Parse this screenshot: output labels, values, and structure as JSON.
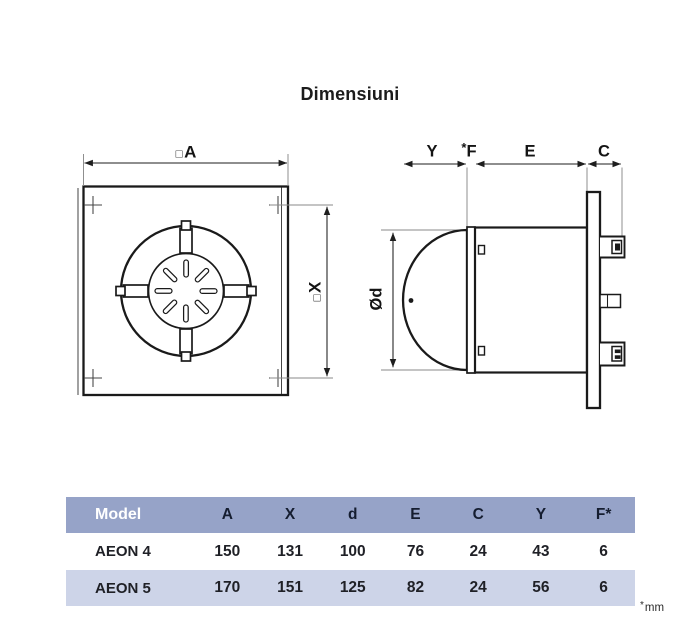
{
  "page": {
    "title": "Dimensiuni"
  },
  "diagram": {
    "front_view": {
      "square_symbol": "□",
      "width_label": "A",
      "height_label": "X"
    },
    "side_view": {
      "depth_label": "Y",
      "asterisk": "*",
      "front_panel_label": "F",
      "body_label": "E",
      "duct_label": "C",
      "diameter_label": "Ød"
    }
  },
  "table": {
    "columns": [
      "Model",
      "A",
      "X",
      "d",
      "E",
      "C",
      "Y",
      "F*"
    ],
    "rows": [
      {
        "model": "AEON 4",
        "values": [
          "150",
          "131",
          "100",
          "76",
          "24",
          "43",
          "6"
        ]
      },
      {
        "model": "AEON 5",
        "values": [
          "170",
          "151",
          "125",
          "82",
          "24",
          "56",
          "6"
        ]
      }
    ]
  },
  "footnote": {
    "asterisk": "*",
    "unit": "mm"
  },
  "colors": {
    "table_header_bg": "#96a3c8",
    "table_header_model_text": "#ffffff",
    "table_header_column_text": "#151d30",
    "table_row_alt_bg": "#cdd4e8",
    "table_value_text": "#1f2026",
    "drawing_line": "#1a1a1a",
    "extension_line": "#8a8a8a"
  }
}
